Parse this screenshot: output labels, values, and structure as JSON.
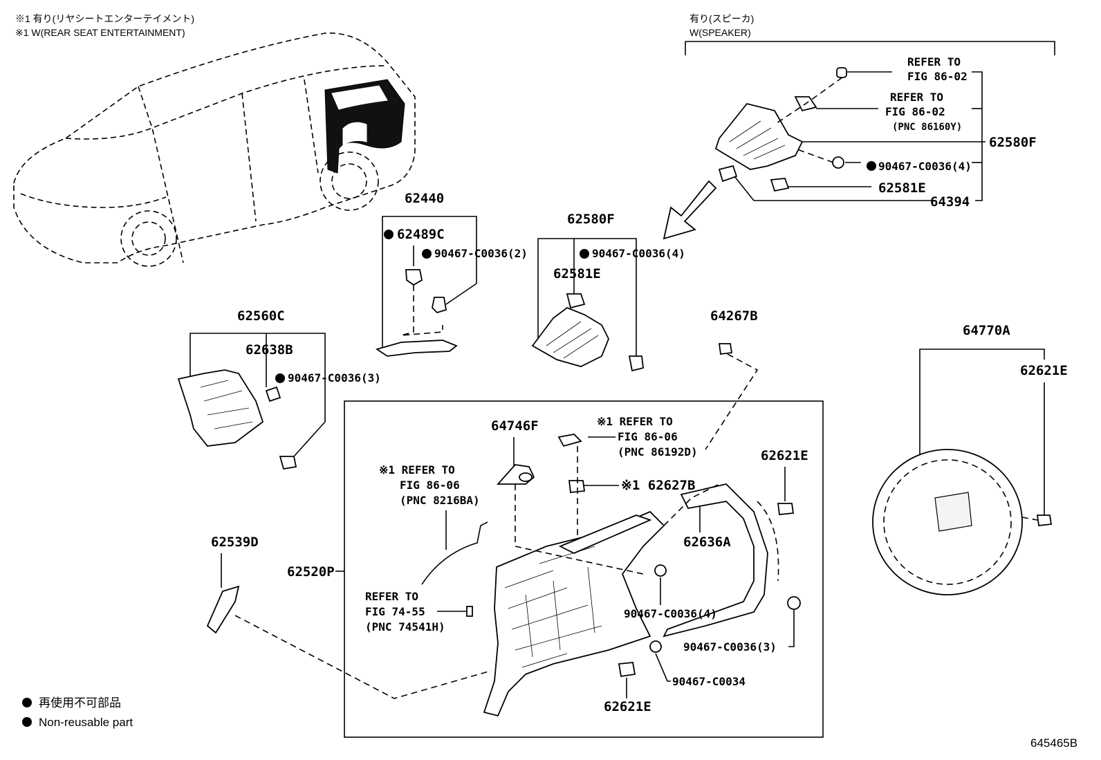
{
  "header": {
    "rse_jp": "※1 有り(リヤシートエンターテイメント)",
    "rse_en": "※1 W(REAR SEAT ENTERTAINMENT)",
    "speaker_jp": "有り(スピーカ)",
    "speaker_en": "W(SPEAKER)"
  },
  "callouts": {
    "refer_to": "REFER TO",
    "fig_86_02_a": "FIG 86-02",
    "fig_86_02_b": "FIG 86-02",
    "pnc_86160y": "(PNC 86160Y)",
    "p_62580F_top": "62580F",
    "p_90467_c0036_4_top": "90467-C0036(4)",
    "p_62581E_top": "62581E",
    "p_64394": "64394",
    "p_62440": "62440",
    "p_62489C": "62489C",
    "p_90467_c0036_2": "90467-C0036(2)",
    "p_62580F_mid": "62580F",
    "p_90467_c0036_4_mid": "90467-C0036(4)",
    "p_62581E_mid": "62581E",
    "p_62560C": "62560C",
    "p_62638B": "62638B",
    "p_90467_c0036_3_left": "90467-C0036(3)",
    "p_64267B": "64267B",
    "p_64770A": "64770A",
    "p_62621E_right": "62621E",
    "p_64746F": "64746F",
    "refer_rse_1": "※1 REFER TO",
    "fig_86_06_1": "FIG 86-06",
    "pnc_86192d": "(PNC 86192D)",
    "refer_rse_2": "※1 REFER TO",
    "fig_86_06_2": "FIG 86-06",
    "pnc_8216ba": "(PNC 8216BA)",
    "p_62627B": "※1 62627B",
    "p_62621E_box_top": "62621E",
    "p_62636A": "62636A",
    "p_62539D": "62539D",
    "p_62520P": "62520P",
    "refer_to_74": "REFER TO",
    "fig_74_55": "FIG 74-55",
    "pnc_74541h": "(PNC 74541H)",
    "p_90467_c0036_4_box": "90467-C0036(4)",
    "p_90467_c0036_3_box": "90467-C0036(3)",
    "p_90467_c0034": "90467-C0034",
    "p_62621E_box_bottom": "62621E"
  },
  "legend": {
    "jp": "再使用不可部品",
    "en": "Non-reusable part"
  },
  "figure_id": "645465B"
}
